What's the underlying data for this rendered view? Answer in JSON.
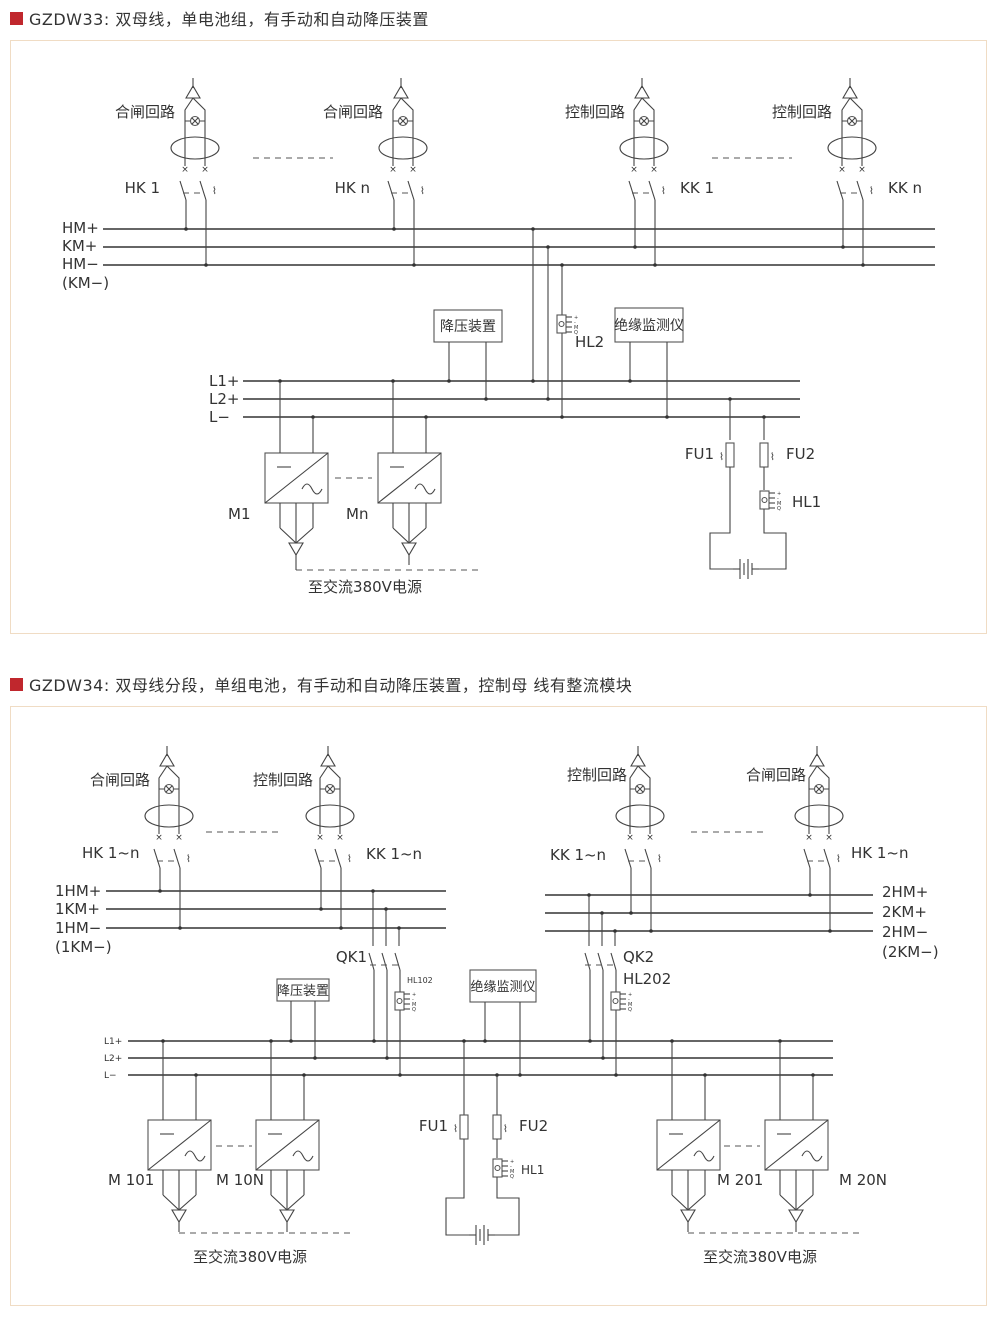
{
  "diagrams": [
    {
      "id": "gzdw33",
      "heading": "GZDW33: 双母线，单电池组，有手动和自动降压装置",
      "accent_color": "#c0272d",
      "branches": [
        {
          "title": "合闸回路",
          "switch_label": "HK  1"
        },
        {
          "title": "合闸回路",
          "switch_label": "HK  n"
        },
        {
          "title": "控制回路",
          "switch_label": "KK 1"
        },
        {
          "title": "控制回路",
          "switch_label": "KK n"
        }
      ],
      "upper_buses": [
        "HM+",
        "KM+",
        "HM−",
        "(KM−)"
      ],
      "lower_buses": [
        "L1+",
        "L2+",
        "L−"
      ],
      "devices": {
        "step_down": "降压装置",
        "insulation_monitor": "绝缘监测仪",
        "indicator_hl2": "HL2",
        "indicator_hl1": "HL1",
        "fuse1": "FU1",
        "fuse2": "FU2"
      },
      "modules": [
        "M1",
        "Mn"
      ],
      "ac_source": "至交流380V电源",
      "meter_marks": [
        "+",
        "-",
        "M",
        "Q"
      ]
    },
    {
      "id": "gzdw34",
      "heading": "GZDW34: 双母线分段，单组电池，有手动和自动降压装置，控制母  线有整流模块",
      "accent_color": "#c0272d",
      "branches": [
        {
          "title": "合闸回路",
          "switch_label": "HK 1~n"
        },
        {
          "title": "控制回路",
          "switch_label": "KK 1~n"
        },
        {
          "title": "控制回路",
          "switch_label": "KK  1~n"
        },
        {
          "title": "合闸回路",
          "switch_label": "HK  1~n"
        }
      ],
      "left_buses": [
        "1HM+",
        "1KM+",
        "1HM−",
        "(1KM−)"
      ],
      "right_buses": [
        "2HM+",
        "2KM+",
        "2HM−",
        "(2KM−)"
      ],
      "lower_buses": [
        "L1+",
        "L2+",
        "L−"
      ],
      "devices": {
        "step_down": "降压装置",
        "insulation_monitor": "绝缘监测仪",
        "switch_qk1": "QK1",
        "switch_qk2": "QK2",
        "indicator_hl102": "HL102",
        "indicator_hl202": "HL202",
        "indicator_hl1": "HL1",
        "fuse1": "FU1",
        "fuse2": "FU2"
      },
      "modules": [
        "M 101",
        "M 10N",
        "M 201",
        "M 20N"
      ],
      "ac_source": "至交流380V电源",
      "meter_marks": [
        "+",
        "-",
        "M",
        "Q"
      ]
    }
  ]
}
